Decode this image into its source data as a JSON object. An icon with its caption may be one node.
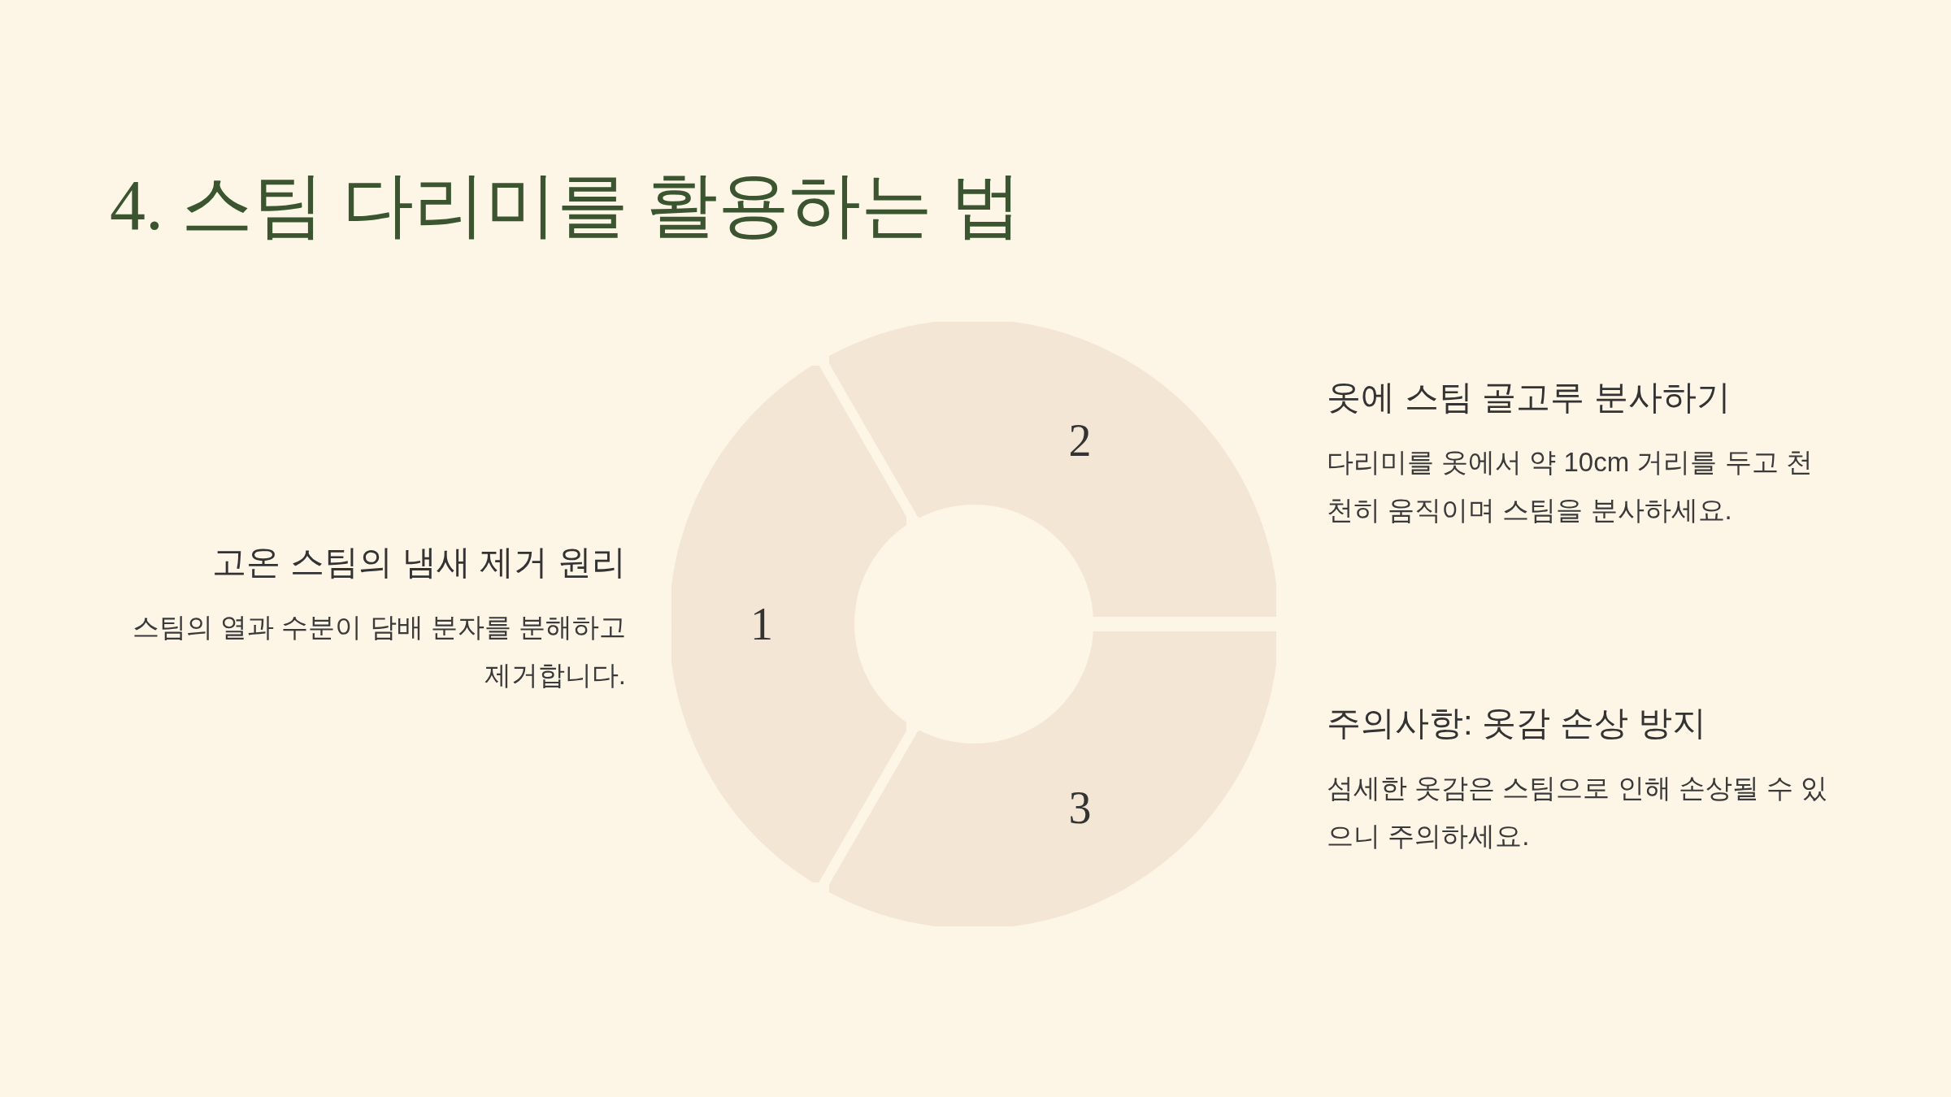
{
  "diagram": {
    "title": "4. 스팀 다리미를 활용하는 법",
    "nodes": [
      {
        "text": [
          "1"
        ],
        "beside": [
          "고온 스팀의 냄새 제거 원리",
          "스팀의 열과 수분이 담배 분자를 분해하고 제거합니다."
        ]
      },
      {
        "text": [
          "2"
        ],
        "beside": [
          "옷에 스팀 골고루 분사하기",
          "다리미를 옷에서 약 10cm 거리를 두고 천천히 움직이며 스팀을 분사하세요."
        ]
      },
      {
        "text": [
          "3"
        ],
        "beside": [
          "주의사항: 옷감 손상 방지",
          "섬세한 옷감은 스팀으로 인해 손상될 수 있으니 주의하세요."
        ]
      }
    ]
  }
}
